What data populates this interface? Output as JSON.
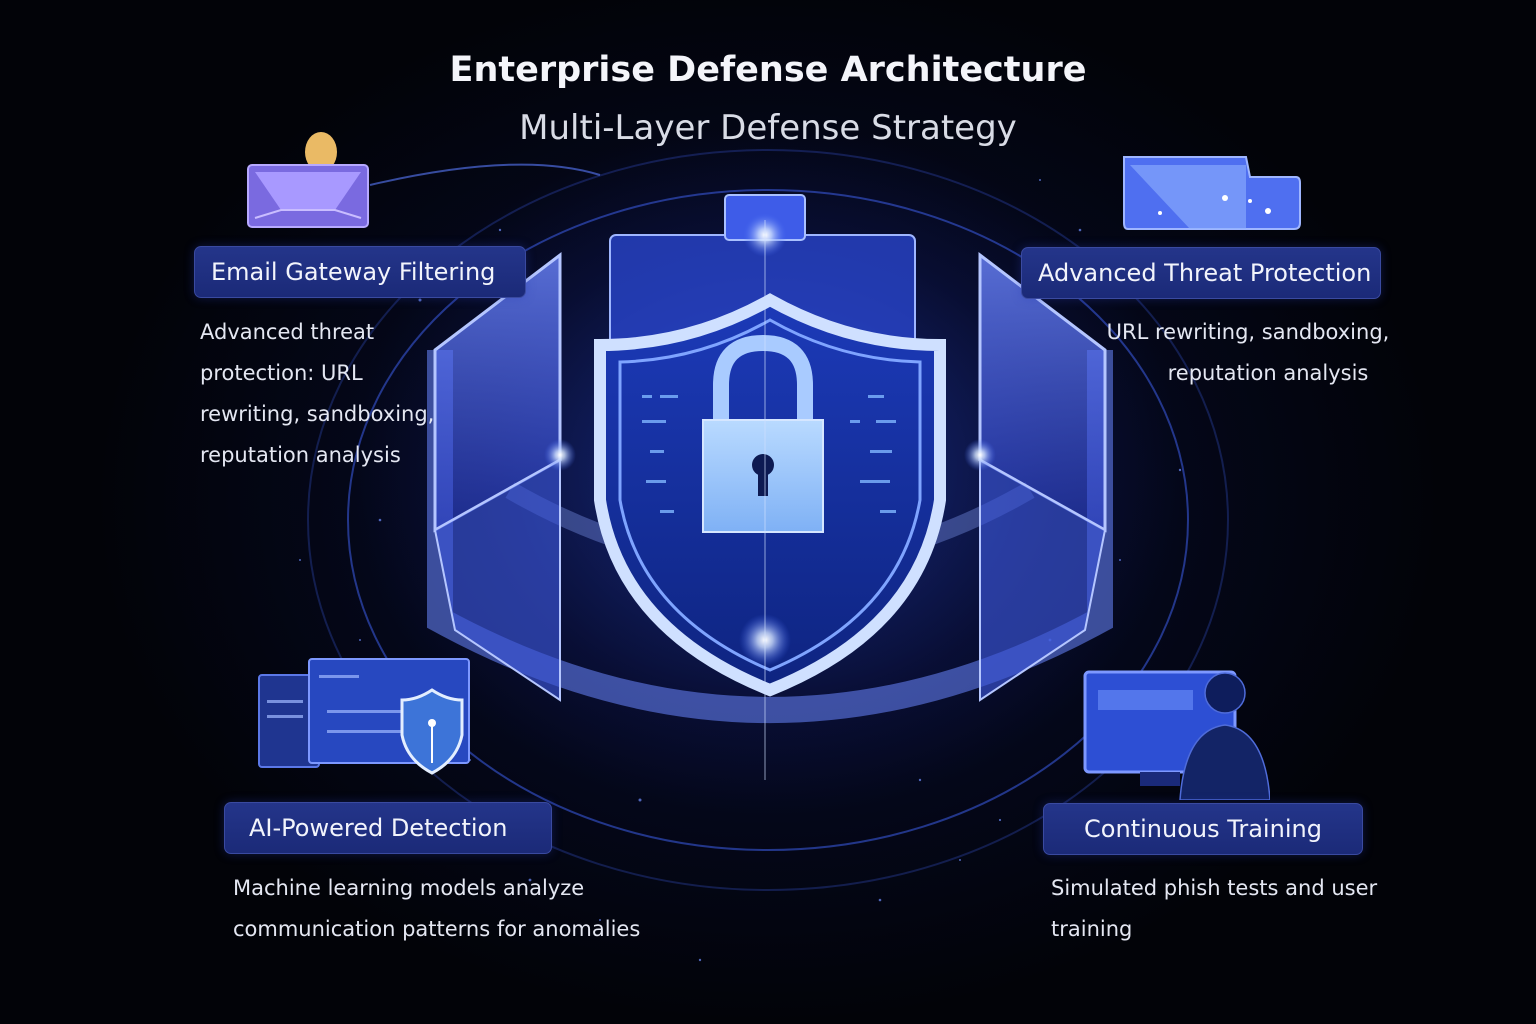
{
  "header": {
    "title": "Enterprise Defense Architecture",
    "subtitle": "Multi-Layer Defense Strategy"
  },
  "center": {
    "icon": "shield-lock-icon",
    "accent_color": "#3d63f0",
    "glow_color": "#9fc3ff"
  },
  "layers": [
    {
      "id": "email-gateway",
      "icon": "envelope-icon",
      "title": "Email Gateway Filtering",
      "description_lines": [
        "Advanced threat",
        "protection: URL",
        "rewriting, sandboxing,",
        "reputation analysis"
      ]
    },
    {
      "id": "advanced-threat",
      "icon": "folder-icon",
      "title": "Advanced Threat Protection",
      "description_lines": [
        "URL rewriting, sandboxing,",
        "reputation analysis"
      ]
    },
    {
      "id": "ai-detection",
      "icon": "dashboard-shield-icon",
      "title": "AI-Powered Detection",
      "description_lines": [
        "Machine learning models analyze",
        "communication patterns for anomalies"
      ]
    },
    {
      "id": "training",
      "icon": "user-at-monitor-icon",
      "title": "Continuous Training",
      "description_lines": [
        "Simulated phish tests and user",
        "training"
      ]
    }
  ],
  "colors": {
    "background": "#020308",
    "label_bg": "#1f2f80",
    "label_border": "#3a4aa0",
    "text": "#eef1fb"
  }
}
